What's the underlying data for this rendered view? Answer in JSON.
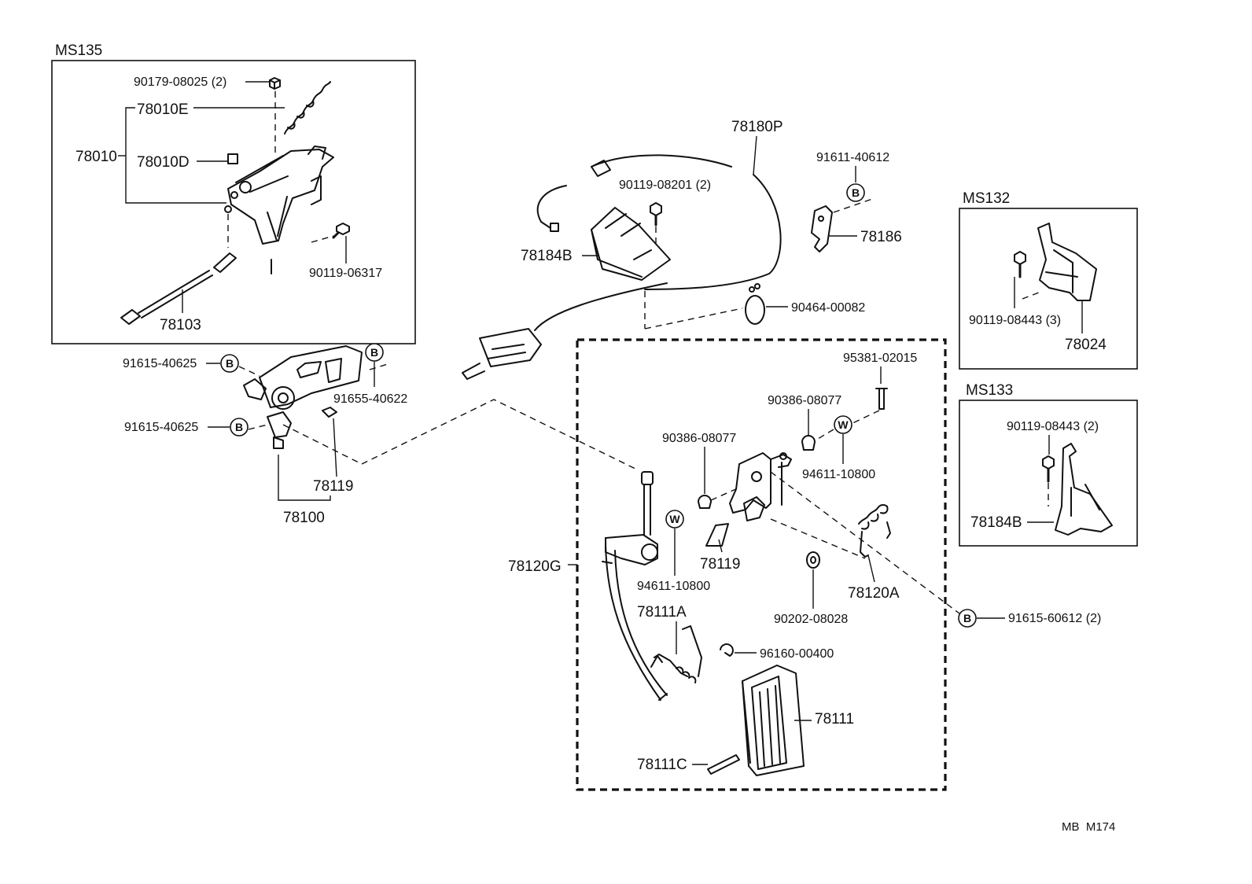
{
  "sections": {
    "ms135": "MS135",
    "ms132": "MS132",
    "ms133": "MS133"
  },
  "parts": {
    "p90179_08025": "90179-08025 (2)",
    "p78010E": "78010E",
    "p78010": "78010",
    "p78010D": "78010D",
    "p90119_06317": "90119-06317",
    "p78103": "78103",
    "p78180P": "78180P",
    "p90119_08201": "90119-08201 (2)",
    "p78184B_main": "78184B",
    "p91611_40612": "91611-40612",
    "p78186": "78186",
    "p90464_00082": "90464-00082",
    "p90119_08443_3": "90119-08443 (3)",
    "p78024": "78024",
    "p90119_08443_2": "90119-08443 (2)",
    "p78184B_ms133": "78184B",
    "p91615_40625_a": "91615-40625",
    "p91655_40622": "91655-40622",
    "p91615_40625_b": "91615-40625",
    "p78119_left": "78119",
    "p78100": "78100",
    "p95381_02015": "95381-02015",
    "p90386_08077_r": "90386-08077",
    "p90386_08077_l": "90386-08077",
    "p94611_10800_r": "94611-10800",
    "p78120G": "78120G",
    "p94611_10800_l": "94611-10800",
    "p78119_mid": "78119",
    "p78120A": "78120A",
    "p90202_08028": "90202-08028",
    "p91615_60612": "91615-60612 (2)",
    "p78111A": "78111A",
    "p96160_00400": "96160-00400",
    "p78111": "78111",
    "p78111C": "78111C"
  },
  "markers": {
    "bolt": "B",
    "washer": "W"
  },
  "footer": "MB  M174"
}
